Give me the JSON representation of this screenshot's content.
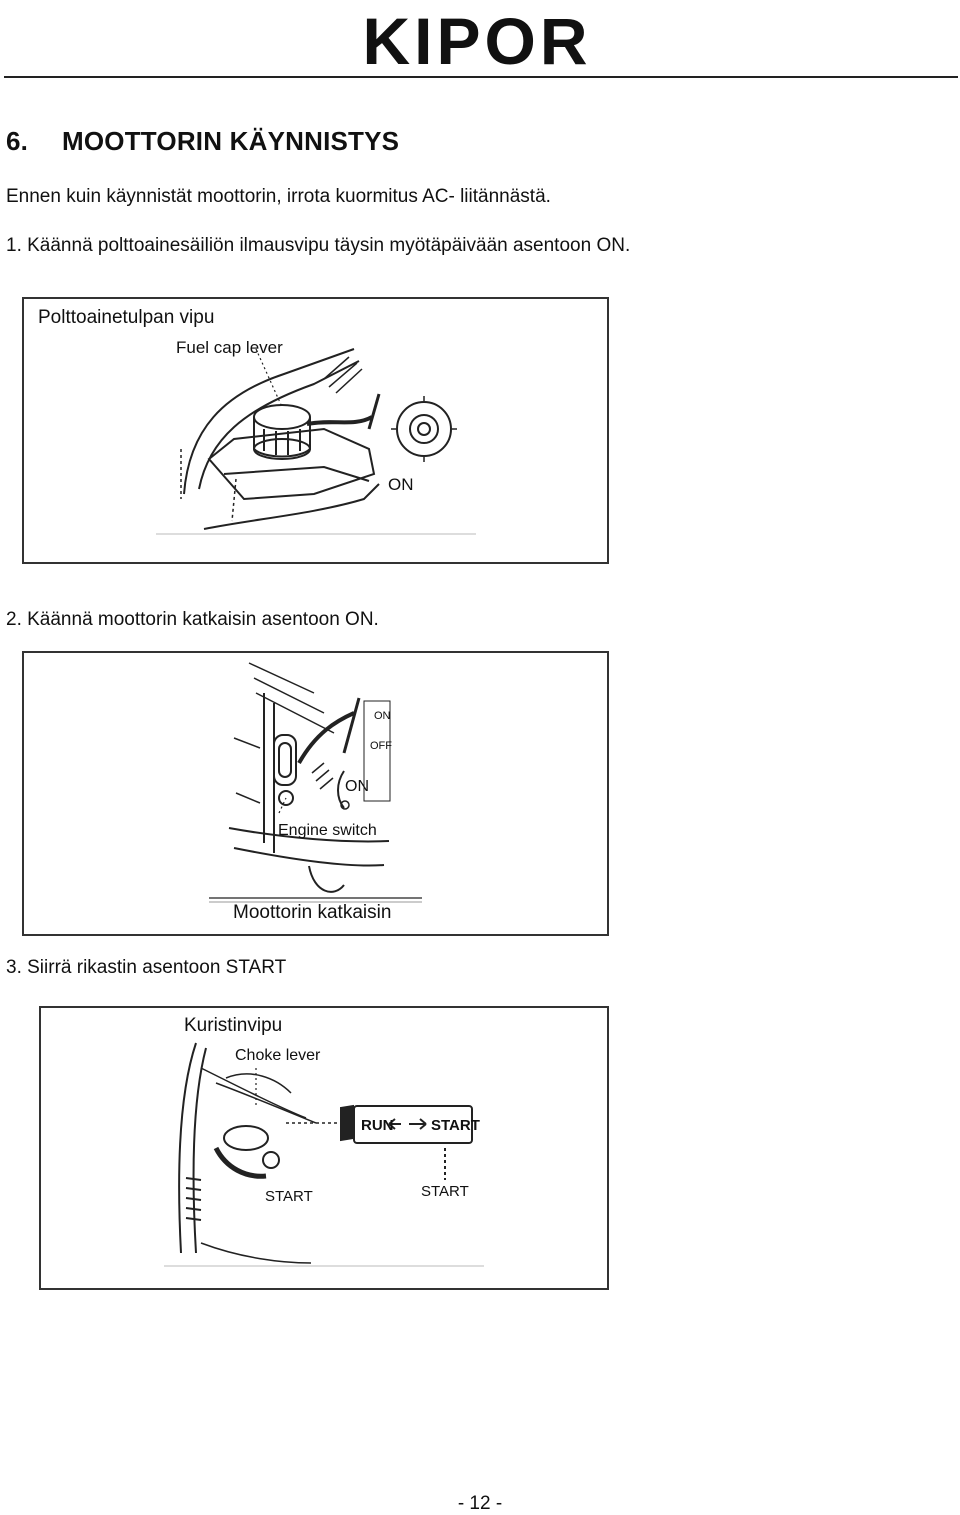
{
  "header": {
    "logo_text": "KIPOR"
  },
  "section": {
    "number": "6.",
    "title": "MOOTTORIN KÄYNNISTYS"
  },
  "intro": "Ennen kuin käynnistät moottorin, irrota kuormitus AC- liitännästä.",
  "steps": [
    {
      "text": "1. Käännä polttoainesäiliön ilmausvipu täysin myötäpäivään asentoon ON.",
      "caption": "Polttoainetulpan vipu",
      "figure_labels": [
        "Fuel cap lever",
        "ON"
      ]
    },
    {
      "text": "2. Käännä moottorin katkaisin asentoon ON.",
      "caption": "Moottorin katkaisin",
      "figure_labels": [
        "Engine switch",
        "ON",
        "OFF",
        "ON"
      ]
    },
    {
      "text": "3. Siirrä rikastin asentoon START",
      "caption": "Kuristinvipu",
      "figure_labels": [
        "Choke lever",
        "RUN",
        "START",
        "START",
        "START"
      ]
    }
  ],
  "footer": {
    "page_number": "- 12 -"
  }
}
